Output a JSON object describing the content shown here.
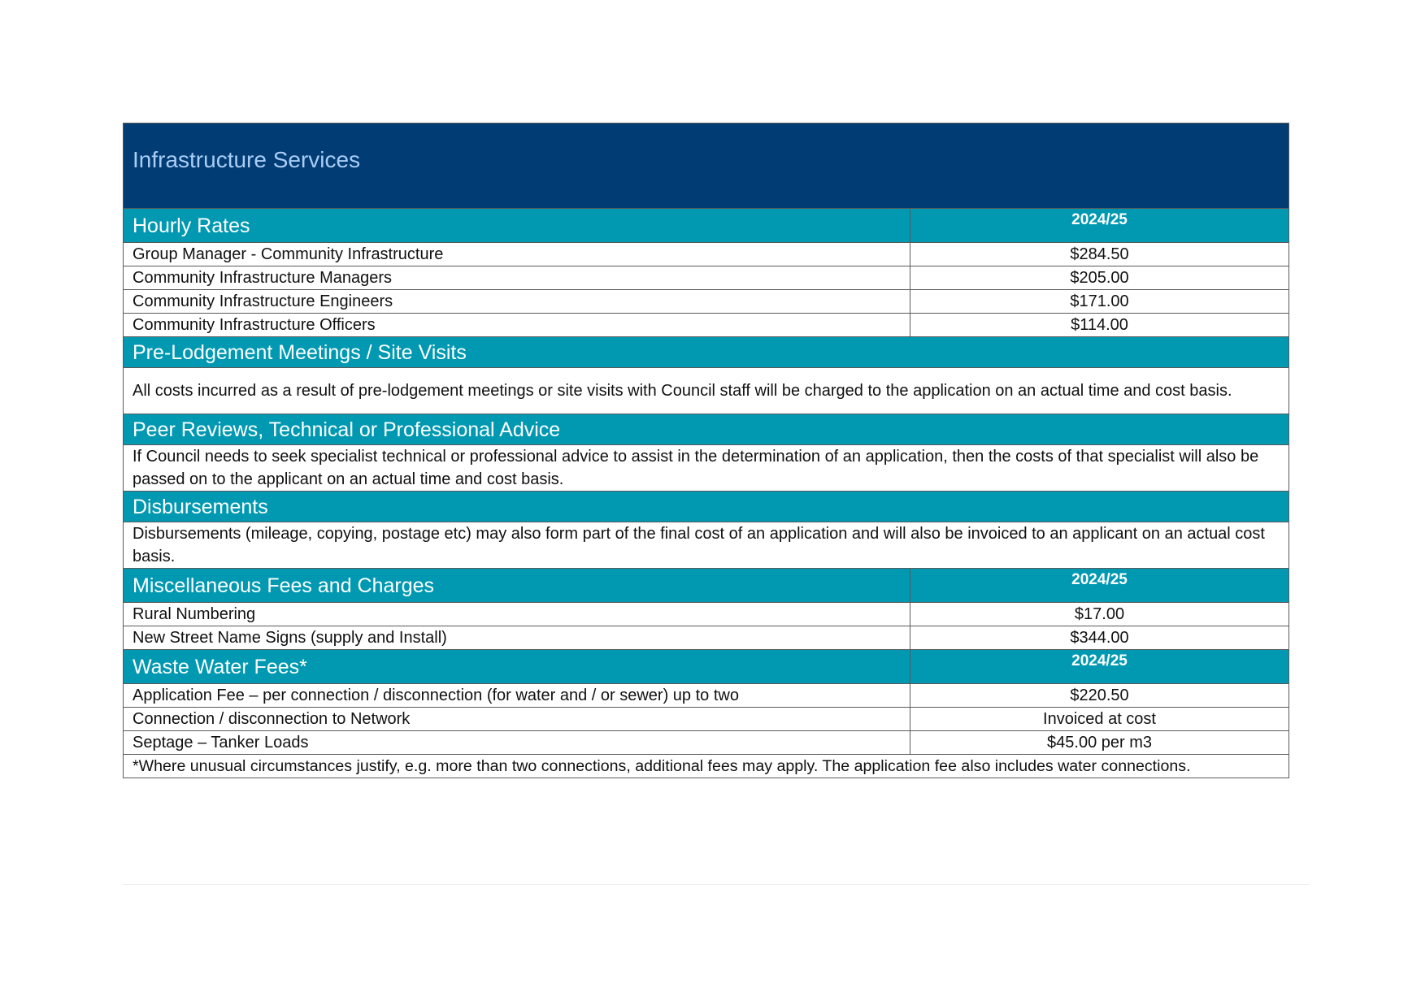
{
  "title": "Infrastructure Services",
  "hourly": {
    "heading": "Hourly Rates",
    "year": "2024/25",
    "rows": [
      {
        "label": "Group Manager - Community Infrastructure",
        "value": "$284.50"
      },
      {
        "label": "Community Infrastructure Managers",
        "value": "$205.00"
      },
      {
        "label": "Community Infrastructure Engineers",
        "value": "$171.00"
      },
      {
        "label": "Community Infrastructure Officers",
        "value": "$114.00"
      }
    ]
  },
  "prelodgement": {
    "heading": "Pre-Lodgement Meetings / Site Visits",
    "text": "All costs incurred as a result of pre-lodgement meetings or site visits with Council staff will be charged to the application on an actual time and cost basis."
  },
  "peer": {
    "heading": "Peer Reviews, Technical or Professional Advice",
    "text": "If Council needs to seek specialist technical or professional advice to assist in the determination of an application, then the costs of that specialist will also be passed on to the applicant on an actual time and cost basis."
  },
  "disbursements": {
    "heading": "Disbursements",
    "text": "Disbursements (mileage, copying, postage etc) may also form part of the final cost of an application and will also be invoiced to an applicant on an actual cost basis."
  },
  "misc": {
    "heading": "Miscellaneous Fees and Charges",
    "year": "2024/25",
    "rows": [
      {
        "label": "Rural Numbering",
        "value": "$17.00"
      },
      {
        "label": "New Street Name Signs (supply and Install)",
        "value": "$344.00"
      }
    ]
  },
  "waste": {
    "heading": "Waste Water Fees*",
    "year": "2024/25",
    "rows": [
      {
        "label": "Application Fee – per connection / disconnection (for water and / or sewer) up to two",
        "value": "$220.50"
      },
      {
        "label": "Connection / disconnection to Network",
        "value": "Invoiced at cost"
      },
      {
        "label": "Septage – Tanker Loads",
        "value": "$45.00 per m3"
      }
    ],
    "note": "*Where unusual circumstances justify, e.g. more than two connections, additional fees may apply. The application fee also includes water connections."
  }
}
